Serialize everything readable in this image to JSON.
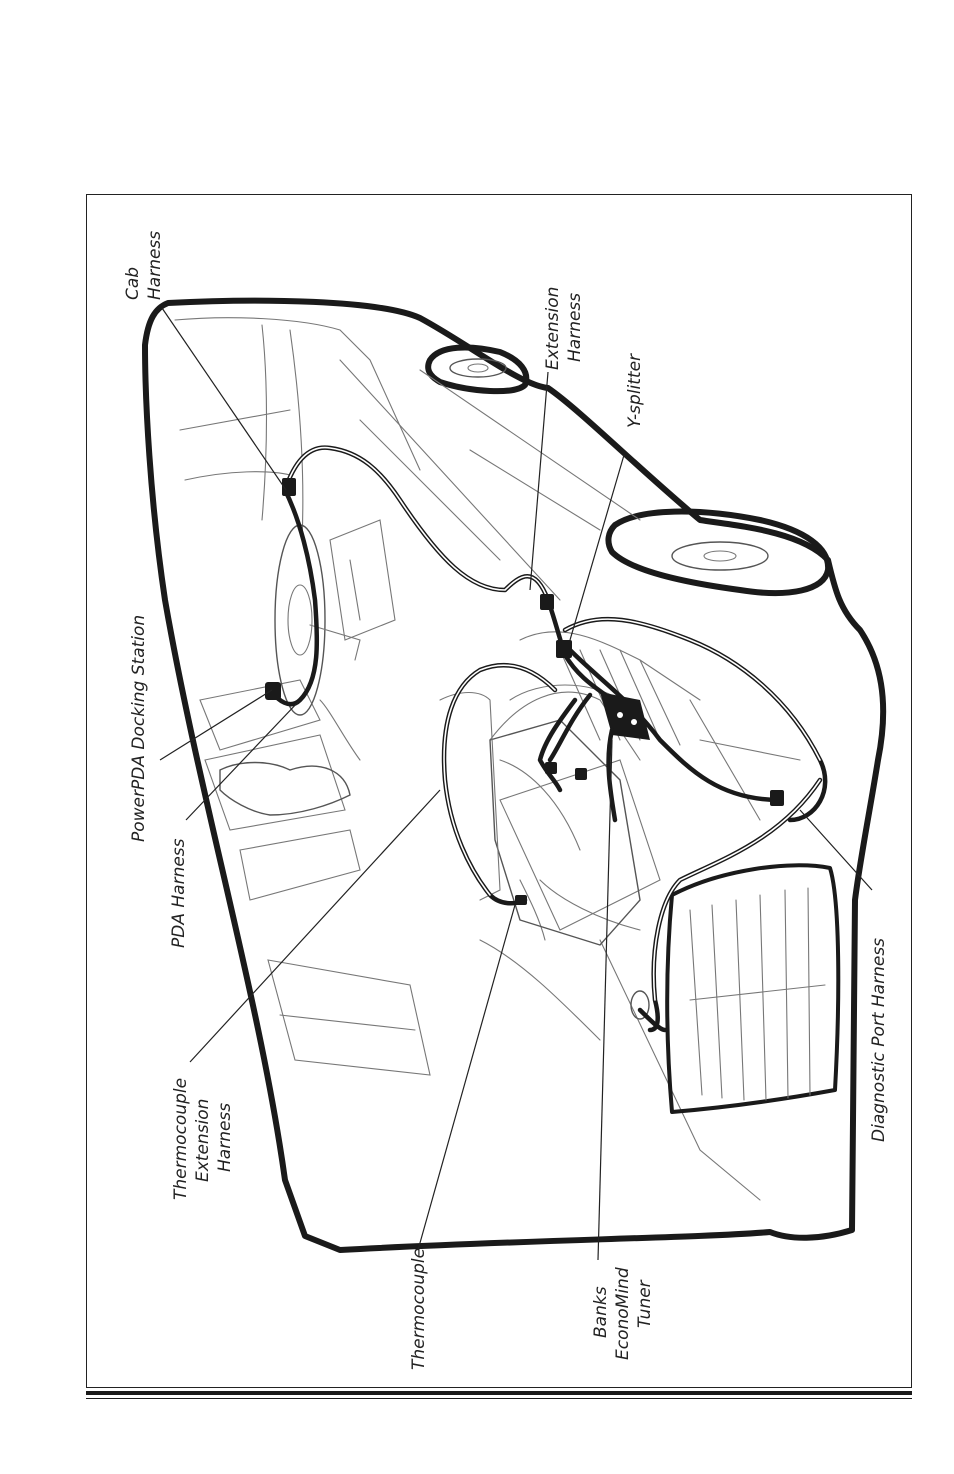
{
  "labels": {
    "cab_harness": [
      "Cab",
      "Harness"
    ],
    "extension_harness": [
      "Extension",
      "Harness"
    ],
    "y_splitter": "Y-splitter",
    "powerpda_docking_station": "PowerPDA Docking Station",
    "pda_harness": "PDA Harness",
    "thermocouple_extension_harness": [
      "Thermocouple",
      "Extension",
      "Harness"
    ],
    "thermocouple": "Thermocouple",
    "banks_economind_tuner": [
      "Banks",
      "EconoMind",
      "Tuner"
    ],
    "diagnostic_port_harness": "Diagnostic Port Harness"
  }
}
